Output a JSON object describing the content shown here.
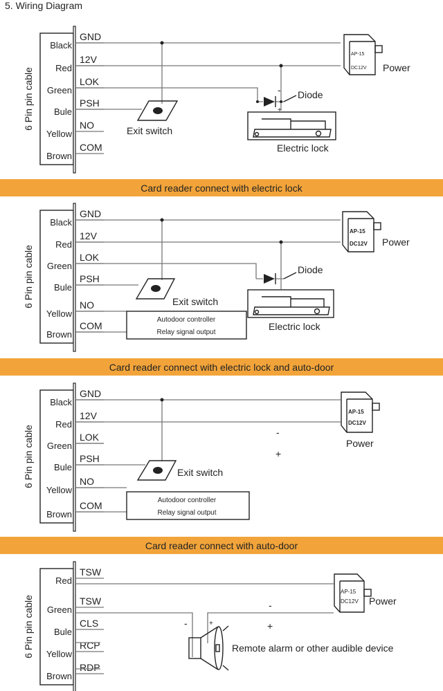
{
  "title": "5. Wiring Diagram",
  "cable_label": "6 Pin pin cable",
  "banner_color": "#f2a43a",
  "sections": [
    {
      "pins": [
        {
          "color": "Black",
          "signal": "GND"
        },
        {
          "color": "Red",
          "signal": "12V"
        },
        {
          "color": "Green",
          "signal": "LOK"
        },
        {
          "color": "Bule",
          "signal": "PSH"
        },
        {
          "color": "Yellow",
          "signal": "NO"
        },
        {
          "color": "Brown",
          "signal": "COM"
        }
      ],
      "exit_switch": "Exit switch",
      "diode": "Diode",
      "lock": "Electric lock",
      "power": "Power",
      "power_model": "AP-15",
      "power_voltage": "DC12V",
      "minus": "-",
      "plus": "+",
      "banner": "Card reader connect with electric lock"
    },
    {
      "pins": [
        {
          "color": "Black",
          "signal": "GND"
        },
        {
          "color": "Red",
          "signal": "12V"
        },
        {
          "color": "Green",
          "signal": "LOK"
        },
        {
          "color": "Bule",
          "signal": "PSH"
        },
        {
          "color": "Yellow",
          "signal": "NO"
        },
        {
          "color": "Brown",
          "signal": "COM"
        }
      ],
      "exit_switch": "Exit switch",
      "diode": "Diode",
      "lock": "Electric lock",
      "power": "Power",
      "power_model": "AP-15",
      "power_voltage": "DC12V",
      "controller_line1": "Autodoor controller",
      "controller_line2": "Relay signal output",
      "banner": "Card reader connect with electric lock and auto-door"
    },
    {
      "pins": [
        {
          "color": "Black",
          "signal": "GND"
        },
        {
          "color": "Red",
          "signal": "12V"
        },
        {
          "color": "Green",
          "signal": "LOK"
        },
        {
          "color": "Bule",
          "signal": "PSH"
        },
        {
          "color": "Yellow",
          "signal": "NO"
        },
        {
          "color": "Brown",
          "signal": "COM"
        }
      ],
      "exit_switch": "Exit switch",
      "power": "Power",
      "power_model": "AP-15",
      "power_voltage": "DC12V",
      "minus": "-",
      "plus": "+",
      "controller_line1": "Autodoor controller",
      "controller_line2": "Relay signal output",
      "banner": "Card reader connect with auto-door"
    },
    {
      "pins": [
        {
          "color": "Red",
          "signal": "TSW"
        },
        {
          "color": "Green",
          "signal": "TSW"
        },
        {
          "color": "Bule",
          "signal": "CLS"
        },
        {
          "color": "Yellow",
          "signal": "RCP"
        },
        {
          "color": "Brown",
          "signal": "RDP"
        }
      ],
      "power": "Power",
      "power_model": "AP-15",
      "power_voltage": "DC12V",
      "minus": "-",
      "plus": "+",
      "alarm": "Remote alarm or other audible device"
    }
  ]
}
